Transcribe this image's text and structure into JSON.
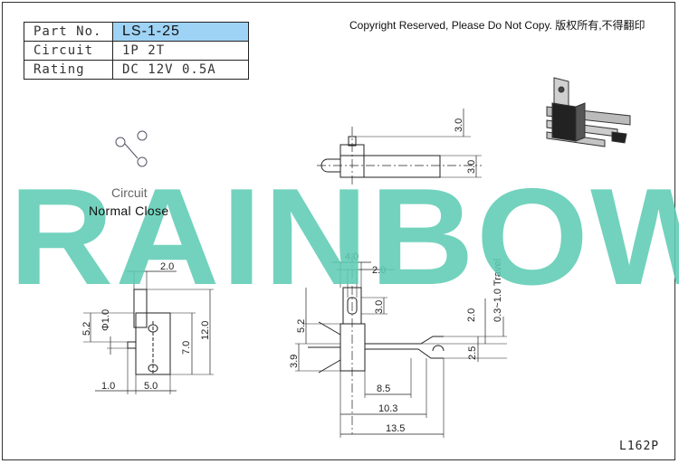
{
  "spec_table": {
    "part_no_label": "Part No.",
    "part_no_value": "LS-1-25",
    "circuit_label": "Circuit",
    "circuit_value": "1P 2T",
    "rating_label": "Rating",
    "rating_value": "DC 12V 0.5A"
  },
  "copyright": "Copyright Reserved, Please Do Not Copy. 版权所有,不得翻印",
  "circuit_diagram": {
    "title": "Circuit",
    "state": "Normal Close"
  },
  "watermark": "RAINBOW",
  "colors": {
    "watermark": "#5ecbb3",
    "table_highlight": "#9fd3f5",
    "line": "#222222"
  },
  "dimensions": {
    "left_view": {
      "width_top": "2.0",
      "height_a": "5.2",
      "hole_dia": "Φ1.0",
      "height_b": "7.0",
      "height_c": "12.0",
      "offset": "1.0",
      "width_bottom": "5.0"
    },
    "top_view": {
      "length": "3.0",
      "width": "3.0"
    },
    "front_view": {
      "actuator_width": "4.0",
      "actuator_gap": "2.0",
      "actuator_height": "3.0",
      "body_height": "5.2",
      "pin_height": "3.9",
      "lever_height": "2.0",
      "travel": "0.3~1.0 Travel",
      "lever_tip": "2.5",
      "length_a": "8.5",
      "length_b": "10.3",
      "length_c": "13.5"
    }
  },
  "model_code": "L162P"
}
